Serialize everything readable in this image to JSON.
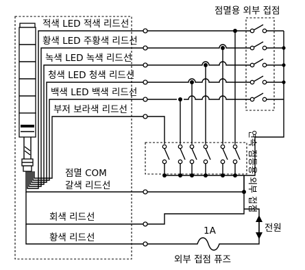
{
  "title": "점멸용 외부 접점",
  "leads": [
    {
      "id": "red",
      "label": "적색 LED 적색 리드선"
    },
    {
      "id": "orange",
      "label": "황색 LED 주황색 리드선"
    },
    {
      "id": "green",
      "label": "녹색 LED 녹색 리드선"
    },
    {
      "id": "blue",
      "label": "청색 LED 청색 리드선"
    },
    {
      "id": "white",
      "label": "백색 LED 백색 리드선"
    },
    {
      "id": "buzzer",
      "label": "부저 보라색 리드선"
    }
  ],
  "com_label_1": "점멸 COM",
  "com_label_2": "갈색 리드선",
  "gray_label": "회색 리드선",
  "yellow_label": "황색 리드선",
  "continuous_contact_label": "연속 점등용 외부 접점",
  "power_label": "전원",
  "fuse_rating": "1A",
  "fuse_label": "외부 접점 퓨즈"
}
